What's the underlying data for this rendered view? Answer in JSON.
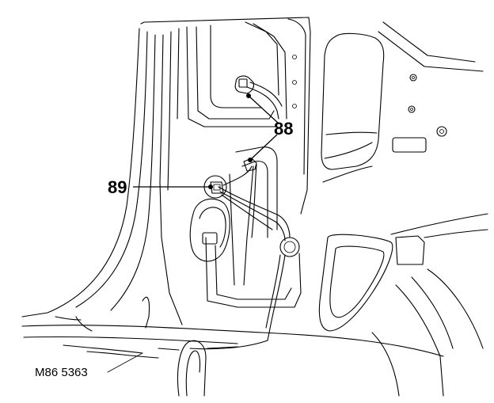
{
  "callouts": {
    "part_88": "88",
    "part_89": "89"
  },
  "reference_code": "M86 5363"
}
